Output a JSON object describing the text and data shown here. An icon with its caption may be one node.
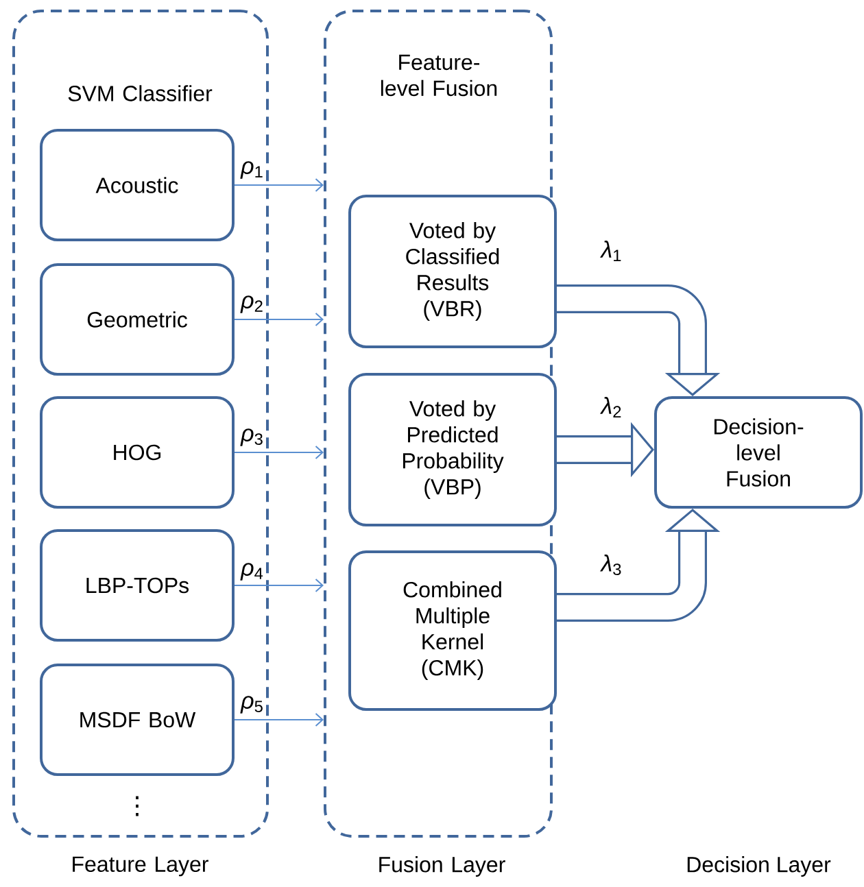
{
  "diagram": {
    "nodes": [
      {
        "text": [
          "SVM Classifier",
          "Feature Layer"
        ]
      },
      {
        "text": [
          "Acoustic"
        ],
        "in": 0
      },
      {
        "text": [
          "Geometric"
        ],
        "in": 0
      },
      {
        "text": [
          "HOG"
        ],
        "in": 0
      },
      {
        "text": [
          "LBP-TOPs"
        ],
        "in": 0
      },
      {
        "text": [
          "MSDF BoW"
        ],
        "in": 0
      },
      {
        "text": [
          "Feature-level Fusion",
          "Fusion Layer"
        ]
      },
      {
        "text": [
          "Voted by Classified Results (VBR)"
        ],
        "in": 6
      },
      {
        "text": [
          "Voted by Predicted Probability (VBP)"
        ],
        "in": 6
      },
      {
        "text": [
          "Combined Multiple Kernel (CMK)"
        ],
        "in": 6
      },
      {
        "text": [
          "Decision-level Fusion"
        ]
      }
    ],
    "edges": [
      {
        "from": 1,
        "to": 6,
        "arrow": "to",
        "label": "*ρ*$_{1}$"
      },
      {
        "from": 2,
        "to": 6,
        "arrow": "to",
        "label": "*ρ*$_{2}$"
      },
      {
        "from": 3,
        "to": 6,
        "arrow": "to",
        "label": "*ρ*$_{3}$"
      },
      {
        "from": 4,
        "to": 6,
        "arrow": "to",
        "label": "*ρ*$_{4}$"
      },
      {
        "from": 5,
        "to": 6,
        "arrow": "to",
        "label": "*ρ*$_{5}$"
      },
      {
        "from": 7,
        "to": 10,
        "arrow": "to",
        "label": "*λ*$_{1}$",
        "style": "thick",
        "color": "#41679b"
      },
      {
        "from": 8,
        "to": 10,
        "arrow": "to",
        "label": "*λ*$_{2}$",
        "style": "thick",
        "color": "#41679b"
      },
      {
        "from": 9,
        "to": 10,
        "arrow": "to",
        "label": "*λ*$_{3}$",
        "style": "thick",
        "color": "#41679b"
      }
    ],
    "labels": [
      "⋮",
      "Decision Layer"
    ]
  }
}
